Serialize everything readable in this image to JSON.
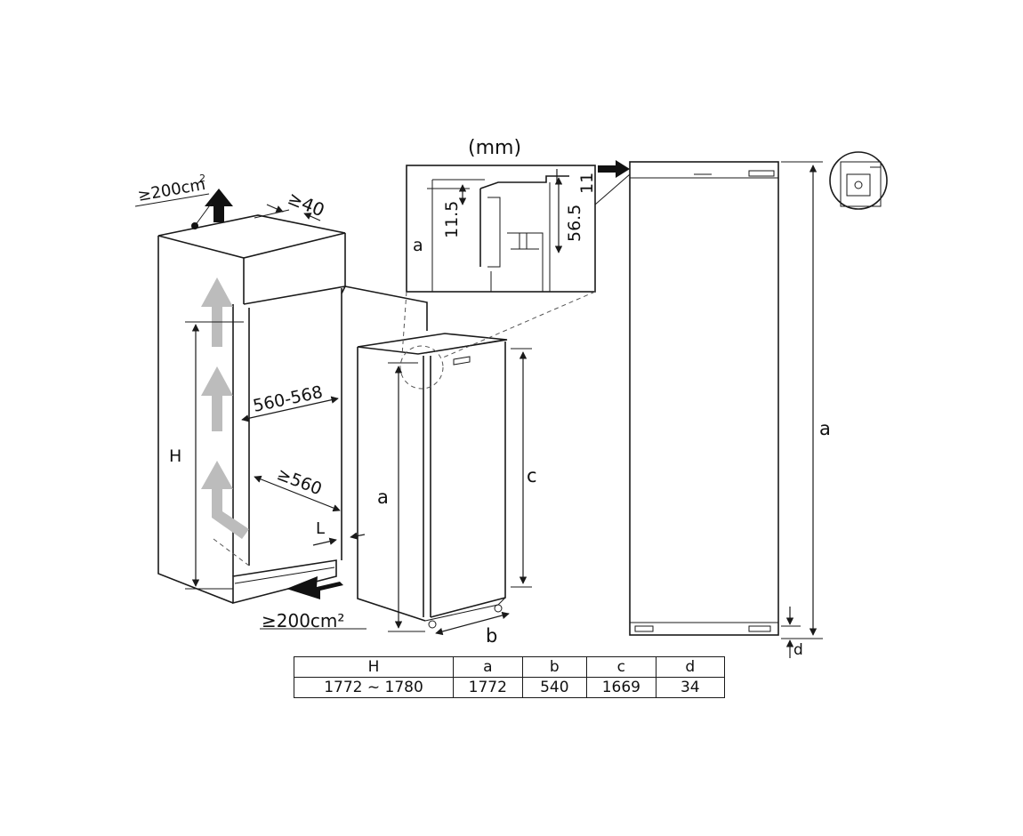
{
  "labels": {
    "unit": "(mm)",
    "vent_top": "≥200cm",
    "vent_top_sup": "2",
    "vent_bottom": "≥200cm²",
    "gap_top": "≥40",
    "width_range": "560-568",
    "depth_min": "≥560",
    "dim_L": "L",
    "dim_H": "H",
    "dim_a_small": "a",
    "dim_c": "c",
    "dim_b": "b",
    "dim_a_large": "a",
    "dim_d": "d",
    "detail_a": "a",
    "detail_11_5": "11.5",
    "detail_56_5": "56.5",
    "detail_11": "11"
  },
  "table": {
    "headers": [
      "H",
      "a",
      "b",
      "c",
      "d"
    ],
    "values": [
      "1772 ~ 1780",
      "1772",
      "540",
      "1669",
      "34"
    ]
  }
}
